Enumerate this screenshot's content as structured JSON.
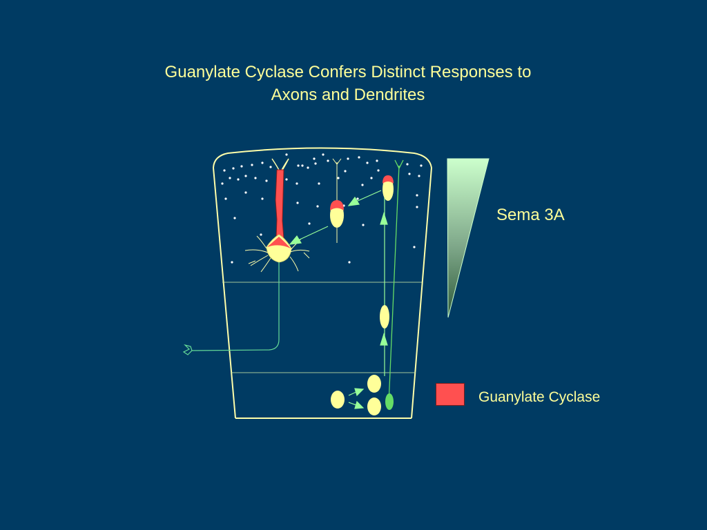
{
  "slide": {
    "title_line1": "Guanylate Cyclase Confers Distinct Responses to",
    "title_line2": "Axons and Dendrites",
    "gradient_label": "Sema 3A",
    "legend_label": "Guanylate Cyclase"
  },
  "colors": {
    "background": "#003b63",
    "text": "#ffff99",
    "outline": "#ffffaa",
    "guanylate_cyclase": "#ff5050",
    "cell_body": "#ffff99",
    "arrow": "#99ff99",
    "gradient_top": "#ccffcc",
    "gradient_bottom": "#2e5a3a"
  }
}
